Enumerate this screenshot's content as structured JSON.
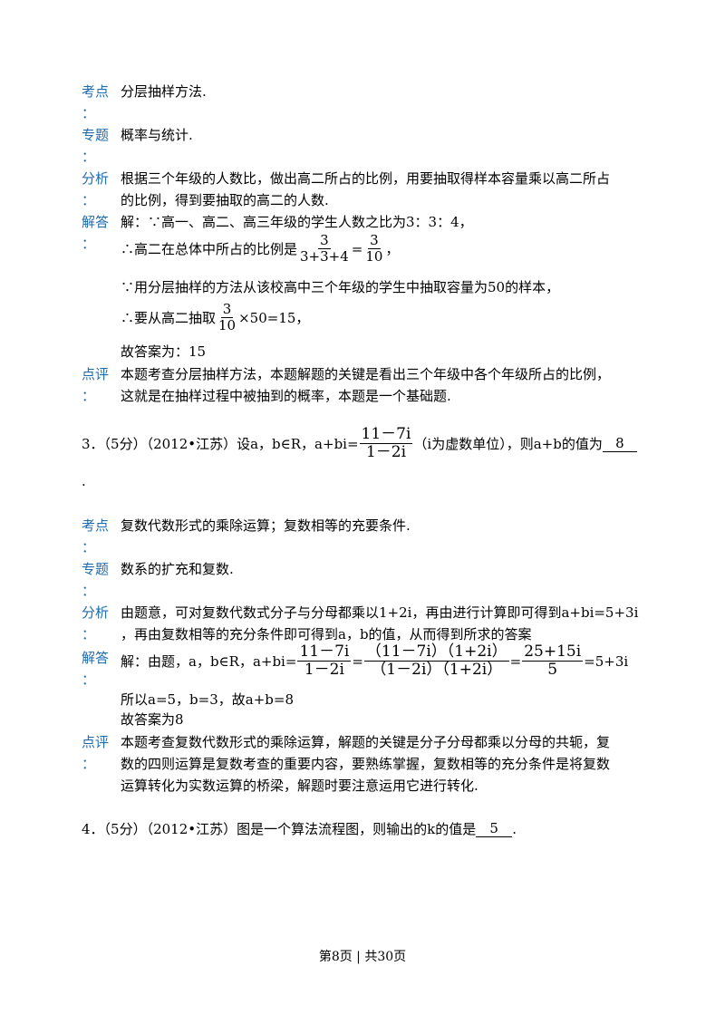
{
  "q2": {
    "kaodian_label": "考点",
    "kaodian_text": "分层抽样方法.",
    "zhuanti_label": "专题",
    "zhuanti_text": "概率与统计.",
    "fenxi_label": "分析",
    "fenxi_line1": "根据三个年级的人数比，做出高二所占的比例，用要抽取得样本容量乘以高二所占",
    "fenxi_line2": "的比例，得到要抽取的高二的人数.",
    "jieda_label": "解答",
    "jieda_line1": "解：∵高一、高二、高三年级的学生人数之比为3：3：4，",
    "jieda_line2_pre": "∴高二在总体中所占的比例是",
    "jieda_line2_frac1_num": "3",
    "jieda_line2_frac1_den": "3+3+4",
    "jieda_line2_eq": "=",
    "jieda_line2_frac2_num": "3",
    "jieda_line2_frac2_den": "10",
    "jieda_line2_post": "，",
    "jieda_line3": "∵用分层抽样的方法从该校高中三个年级的学生中抽取容量为50的样本，",
    "jieda_line4_pre": "∴要从高二抽取",
    "jieda_line4_frac_num": "3",
    "jieda_line4_frac_den": "10",
    "jieda_line4_post": "×50=15，",
    "jieda_line5": "故答案为：15",
    "dianping_label": "点评",
    "dianping_line1": "本题考查分层抽样方法，本题解题的关键是看出三个年级中各个年级所占的比例，",
    "dianping_line2": "这就是在抽样过程中被抽到的概率，本题是一个基础题."
  },
  "q3": {
    "stem_pre": "3．（5分）（2012•江苏）设a，b∈R，a+bi=",
    "stem_frac_num": "11－7i",
    "stem_frac_den": "1－2i",
    "stem_mid": "（i为虚数单位），则a+b的值为",
    "stem_answer": "8",
    "stem_end": ".",
    "kaodian_label": "考点",
    "kaodian_text": "复数代数形式的乘除运算；复数相等的充要条件.",
    "zhuanti_label": "专题",
    "zhuanti_text": "数系的扩充和复数.",
    "fenxi_label": "分析",
    "fenxi_line1": "由题意，可对复数代数式分子与分母都乘以1+2i，再由进行计算即可得到a+bi=5+3i",
    "fenxi_line2": "，再由复数相等的充分条件即可得到a，b的值，从而得到所求的答案",
    "jieda_label": "解答",
    "jieda_line1_pre": "解：由题，a，b∈R，a+bi=",
    "jieda_f1_num": "11－7i",
    "jieda_f1_den": "1－2i",
    "jieda_eq1": "=",
    "jieda_f2_num": "（11－7i）（1+2i）",
    "jieda_f2_den": "（1－2i）（1+2i）",
    "jieda_eq2": "=",
    "jieda_f3_num": "25+15i",
    "jieda_f3_den": "5",
    "jieda_line1_post": "=5+3i",
    "jieda_line2": "所以a=5，b=3，故a+b=8",
    "jieda_line3": "故答案为8",
    "dianping_label": "点评",
    "dianping_line1": "本题考查复数代数形式的乘除运算，解题的关键是分子分母都乘以分母的共轭，复",
    "dianping_line2": "数的四则运算是复数考查的重要内容，要熟练掌握，复数相等的充分条件是将复数",
    "dianping_line3": "运算转化为实数运算的桥梁，解题时要注意运用它进行转化."
  },
  "q4": {
    "stem_pre": "4．（5分）（2012•江苏）图是一个算法流程图，则输出的k的值是",
    "stem_answer": "5",
    "stem_end": "."
  },
  "colon": "：",
  "footer": {
    "text": "第8页 | 共30页"
  }
}
